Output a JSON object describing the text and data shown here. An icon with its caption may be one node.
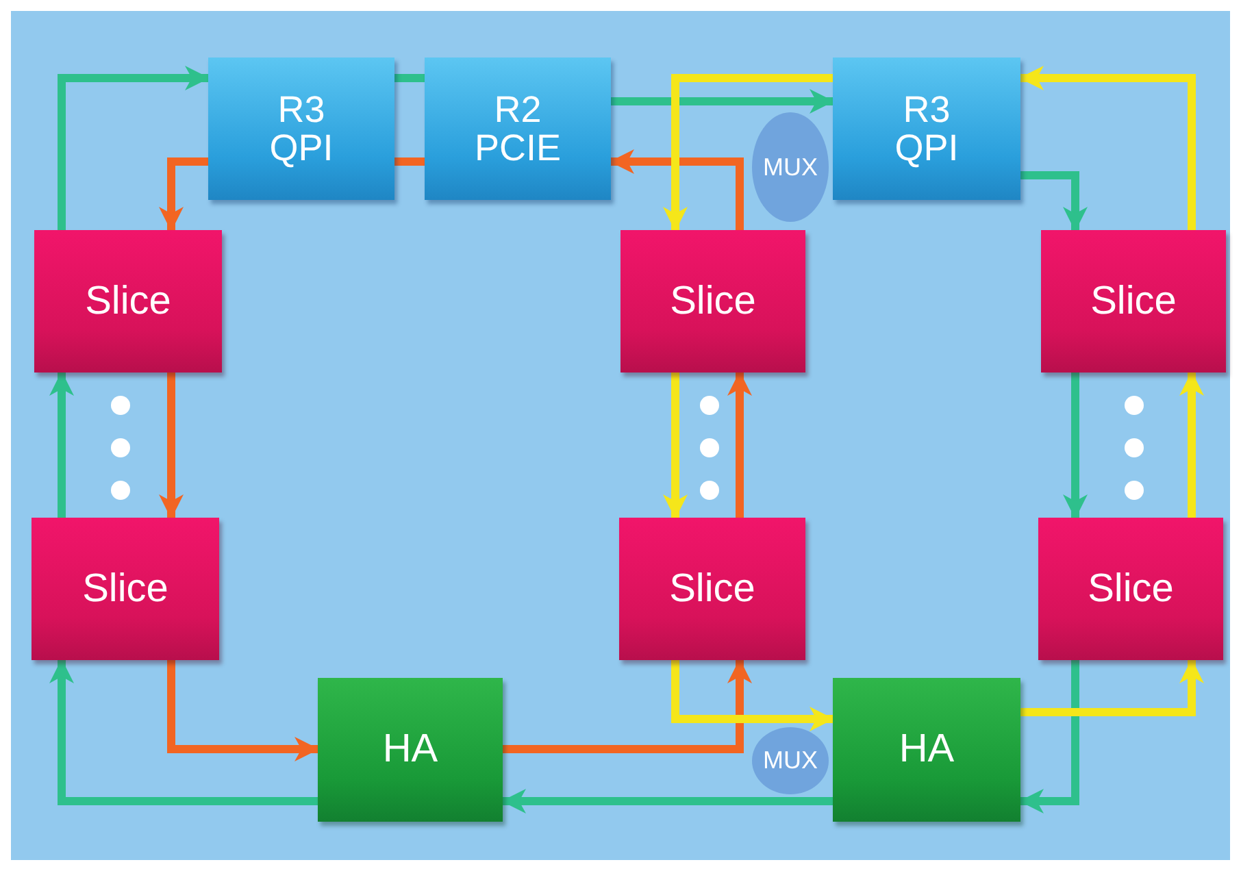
{
  "diagram": {
    "nodes": [
      {
        "text": [
          "R3 QPI"
        ]
      },
      {
        "text": [
          "R2 PCIE"
        ]
      },
      {
        "text": [
          "MUX"
        ]
      },
      {
        "text": [
          "R3 QPI"
        ]
      },
      {
        "text": [
          "Slice"
        ]
      },
      {
        "text": [
          "Slice"
        ]
      },
      {
        "text": [
          "Slice"
        ]
      },
      {
        "text": [
          "Slice"
        ]
      },
      {
        "text": [
          "Slice"
        ]
      },
      {
        "text": [
          "Slice"
        ]
      },
      {
        "text": [
          "HA"
        ]
      },
      {
        "text": [
          "MUX"
        ]
      },
      {
        "text": [
          "HA"
        ]
      }
    ],
    "edges": [
      {
        "from": 4,
        "to": 0,
        "arrow": "to"
      },
      {
        "from": 0,
        "to": 1,
        "arrow": "none"
      },
      {
        "from": 1,
        "to": 3,
        "arrow": "to"
      },
      {
        "from": 3,
        "to": 6,
        "arrow": "to"
      },
      {
        "from": 6,
        "to": 9,
        "arrow": "to"
      },
      {
        "from": 9,
        "to": 12,
        "arrow": "to"
      },
      {
        "from": 12,
        "to": 10,
        "arrow": "to"
      },
      {
        "from": 10,
        "to": 7,
        "arrow": "to"
      },
      {
        "from": 7,
        "to": 4,
        "arrow": "to"
      },
      {
        "from": 1,
        "to": 0,
        "arrow": "none",
        "color": "#f26522"
      },
      {
        "from": 0,
        "to": 4,
        "arrow": "to",
        "color": "#f26522"
      },
      {
        "from": 4,
        "to": 7,
        "arrow": "to",
        "color": "#f26522"
      },
      {
        "from": 7,
        "to": 10,
        "arrow": "to",
        "color": "#f26522"
      },
      {
        "from": 10,
        "to": 8,
        "arrow": "to",
        "color": "#f26522"
      },
      {
        "from": 8,
        "to": 5,
        "arrow": "to",
        "color": "#f26522"
      },
      {
        "from": 5,
        "to": 1,
        "arrow": "to",
        "color": "#f26522"
      },
      {
        "from": 3,
        "to": 5,
        "arrow": "to",
        "color": "#f5e61a"
      },
      {
        "from": 5,
        "to": 8,
        "arrow": "to",
        "color": "#f5e61a"
      },
      {
        "from": 8,
        "to": 12,
        "arrow": "to",
        "color": "#f5e61a"
      },
      {
        "from": 12,
        "to": 9,
        "arrow": "to",
        "color": "#f5e61a"
      },
      {
        "from": 9,
        "to": 6,
        "arrow": "to",
        "color": "#f5e61a"
      },
      {
        "from": 6,
        "to": 3,
        "arrow": "to",
        "color": "#f5e61a"
      }
    ]
  }
}
